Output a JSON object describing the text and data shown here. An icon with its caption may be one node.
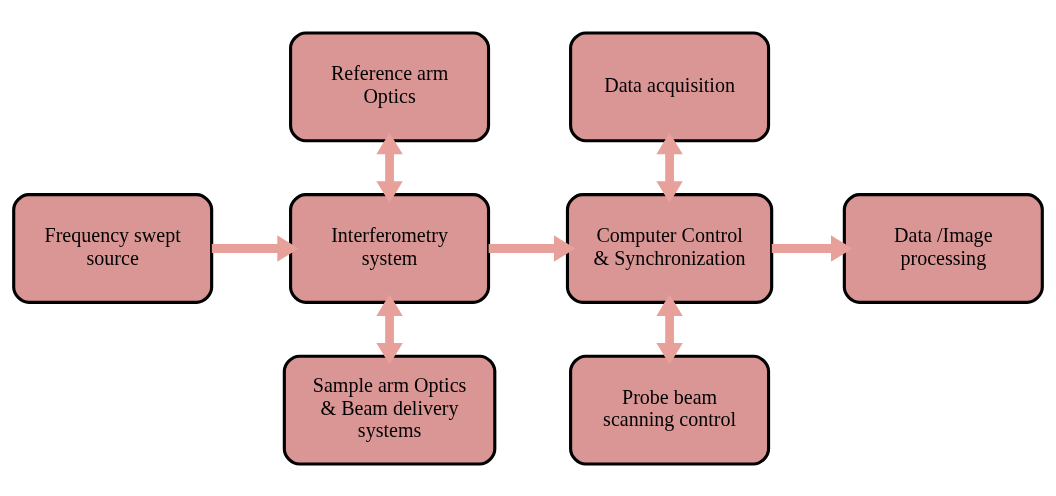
{
  "diagram": {
    "nodes": [
      {
        "text": [
          "Frequency swept source"
        ]
      },
      {
        "text": [
          "Reference arm Optics"
        ]
      },
      {
        "text": [
          "Interferometry system"
        ]
      },
      {
        "text": [
          "Sample arm Optics & Beam delivery systems"
        ]
      },
      {
        "text": [
          "Data acquisition"
        ]
      },
      {
        "text": [
          "Computer Control & Synchronization"
        ]
      },
      {
        "text": [
          "Probe beam scanning control"
        ]
      },
      {
        "text": [
          "Data /Image processing"
        ]
      }
    ],
    "edges": [
      {
        "from": 0,
        "to": 2,
        "arrow": "to"
      },
      {
        "from": 1,
        "to": 2,
        "arrow": "both"
      },
      {
        "from": 2,
        "to": 3,
        "arrow": "both"
      },
      {
        "from": 2,
        "to": 5,
        "arrow": "to"
      },
      {
        "from": 4,
        "to": 5,
        "arrow": "both"
      },
      {
        "from": 5,
        "to": 6,
        "arrow": "both"
      },
      {
        "from": 5,
        "to": 7,
        "arrow": "to"
      }
    ]
  }
}
